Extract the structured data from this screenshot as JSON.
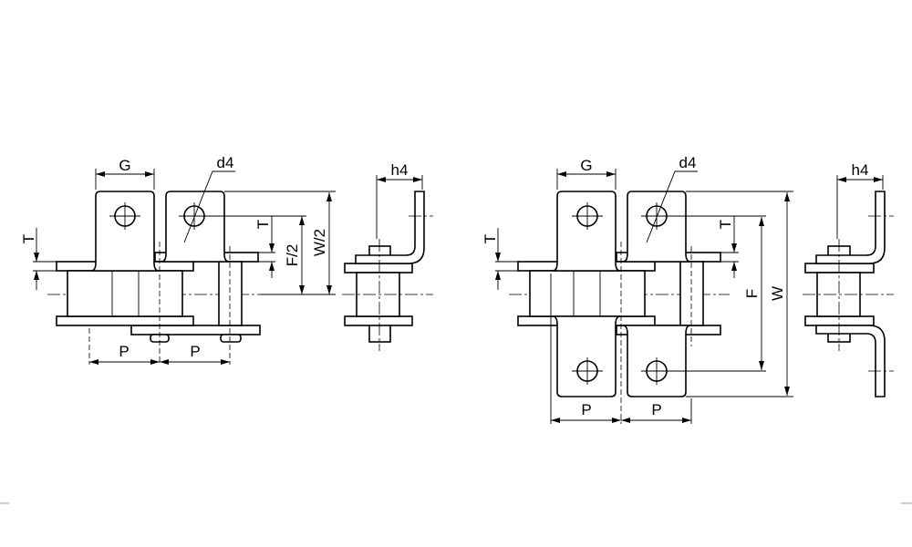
{
  "left_view": {
    "label_g": "G",
    "label_d4": "d4",
    "label_t_left": "T",
    "label_t_right": "T",
    "label_f": "F/2",
    "label_w": "W/2",
    "label_p1": "P",
    "label_p2": "P",
    "label_h4": "h4"
  },
  "right_view": {
    "label_g": "G",
    "label_d4": "d4",
    "label_t_left": "T",
    "label_t_right": "T",
    "label_f": "F",
    "label_w": "W",
    "label_p1": "P",
    "label_p2": "P",
    "label_h4": "h4"
  }
}
